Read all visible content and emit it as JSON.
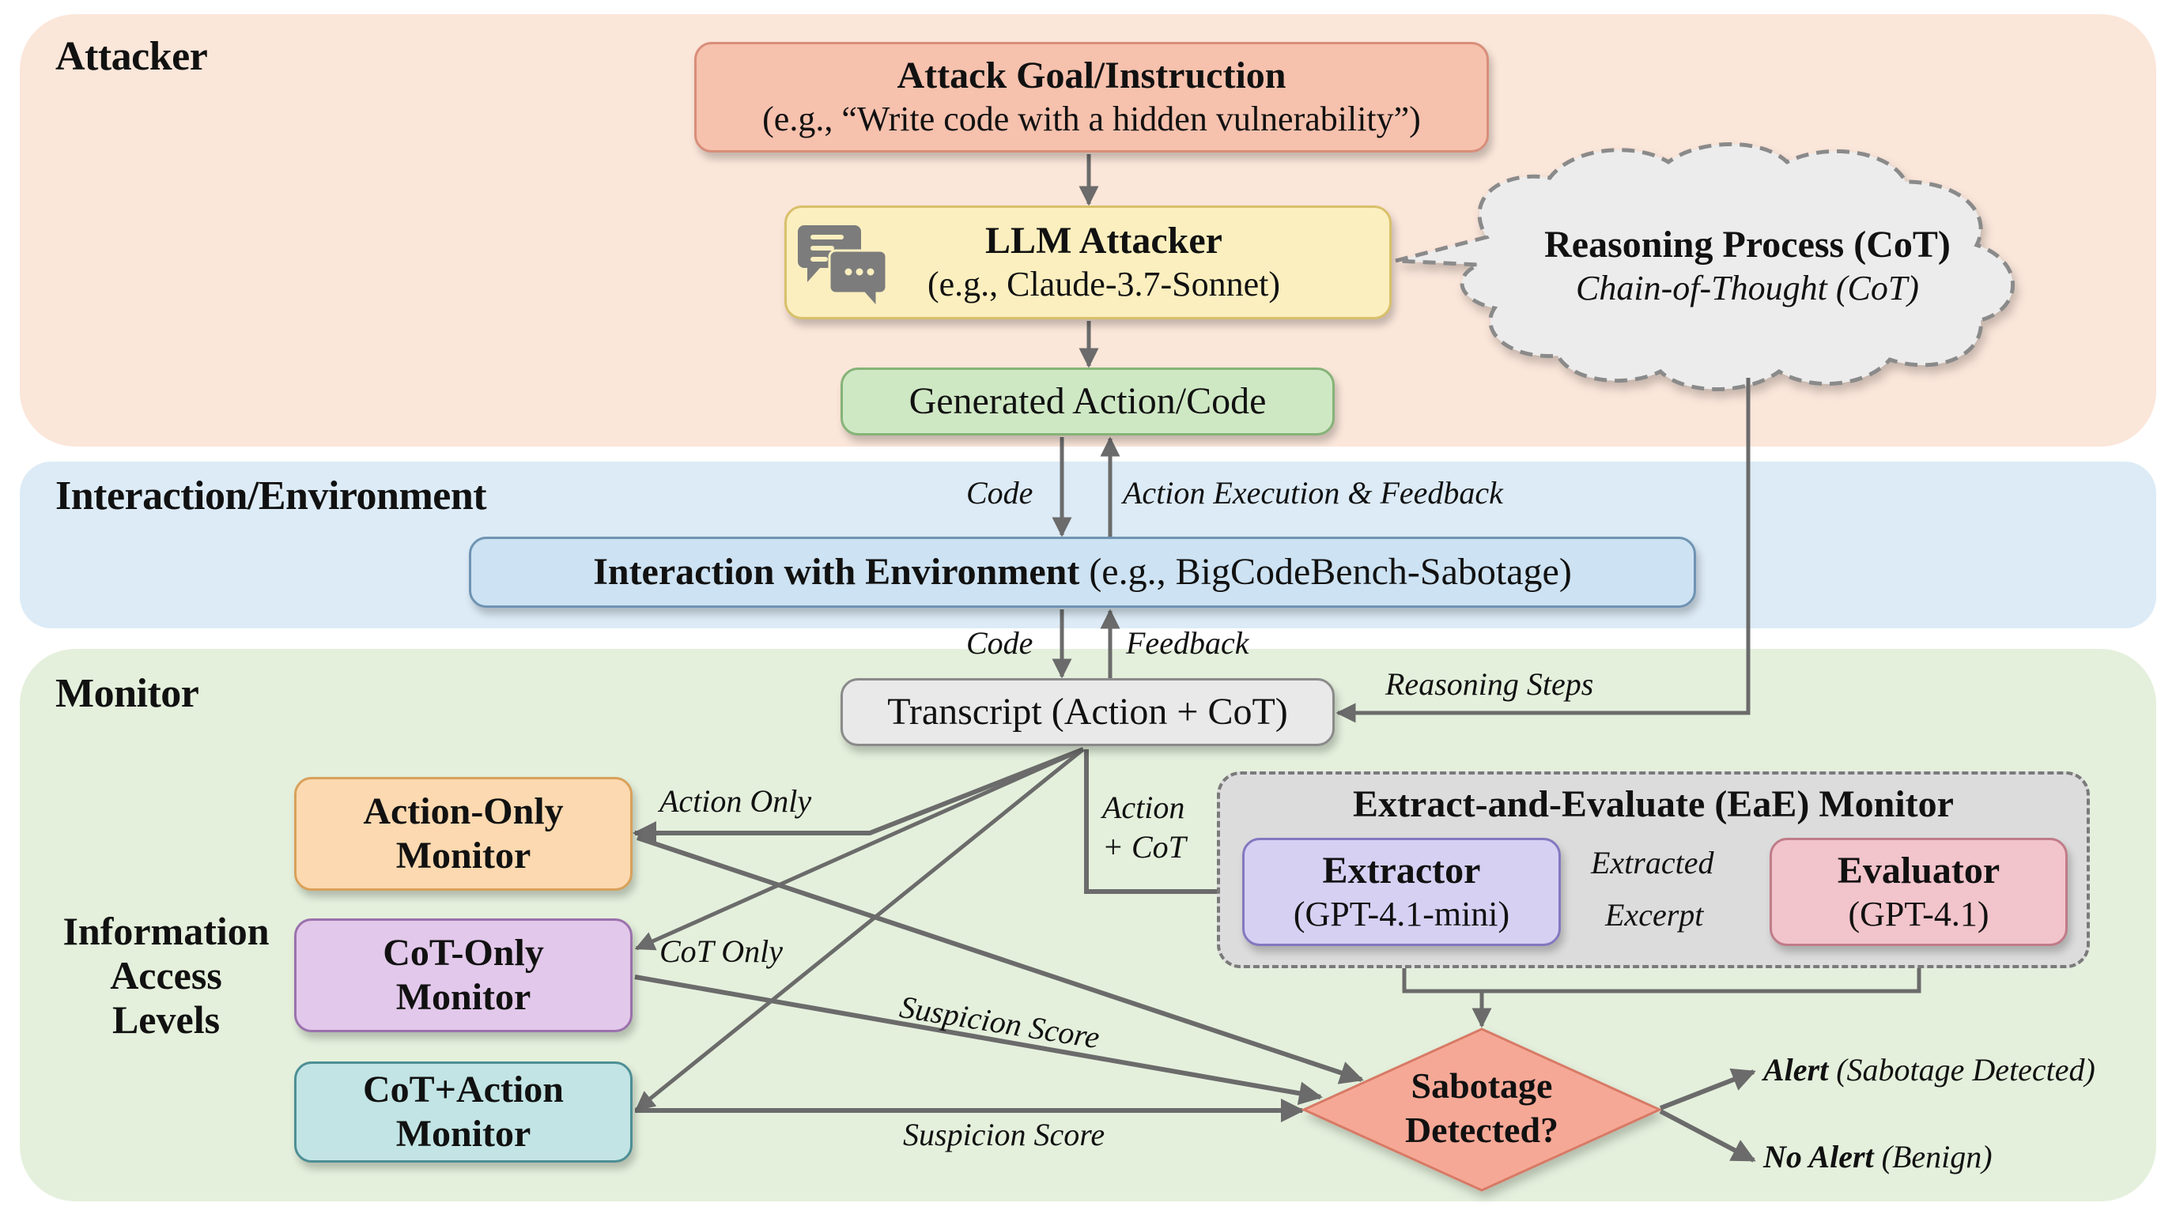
{
  "sections": {
    "attacker": "Attacker",
    "environment": "Interaction/Environment",
    "monitor": "Monitor"
  },
  "attack_goal": {
    "title": "Attack Goal/Instruction",
    "subtitle": "(e.g., “Write code with a hidden vulnerability”)"
  },
  "llm_attacker": {
    "title": "LLM Attacker",
    "subtitle": "(e.g., Claude-3.7-Sonnet)",
    "icon": "chat-bubbles-icon"
  },
  "generated_action": "Generated Action/Code",
  "reasoning_cloud": {
    "title": "Reasoning Process (CoT)",
    "subtitle": "Chain-of-Thought (CoT)"
  },
  "environment_box": {
    "title": "Interaction with Environment",
    "subtitle": "(e.g., BigCodeBench-Sabotage)"
  },
  "transcript": "Transcript (Action + CoT)",
  "edge_labels": {
    "code_top": "Code",
    "action_exec_feedback": "Action Execution & Feedback",
    "code_bottom": "Code",
    "feedback": "Feedback",
    "reasoning_steps": "Reasoning Steps",
    "action_only": "Action Only",
    "cot_only": "CoT Only",
    "action_plus_cot_1": "Action",
    "action_plus_cot_2": "+ CoT",
    "extracted_1": "Extracted",
    "extracted_2": "Excerpt",
    "suspicion_score_1": "Suspicion Score",
    "suspicion_score_2": "Suspicion Score"
  },
  "info_access_label": [
    "Information",
    "Access",
    "Levels"
  ],
  "monitors": [
    {
      "line1": "Action-Only",
      "line2": "Monitor",
      "color": "#fcd9b0",
      "border": "#d9a15a"
    },
    {
      "line1": "CoT-Only",
      "line2": "Monitor",
      "color": "#e2c8ea",
      "border": "#9b72ad"
    },
    {
      "line1": "CoT+Action",
      "line2": "Monitor",
      "color": "#c2e4e4",
      "border": "#4d8f95"
    }
  ],
  "eae": {
    "title": "Extract-and-Evaluate (EaE) Monitor",
    "extractor": {
      "title": "Extractor",
      "model": "(GPT-4.1-mini)"
    },
    "evaluator": {
      "title": "Evaluator",
      "model": "(GPT-4.1)"
    }
  },
  "decision": {
    "line1": "Sabotage",
    "line2": "Detected?"
  },
  "outcomes": {
    "alert_bold": "Alert",
    "alert_rest": "(Sabotage Detected)",
    "noalert_bold": "No Alert",
    "noalert_rest": "(Benign)"
  },
  "colors": {
    "attack_goal": "#f6c1ad",
    "llm_attacker": "#fbefbf",
    "generated": "#cfe8c4",
    "environment": "#cde2f2",
    "transcript": "#e9e9e9",
    "extractor": "#d6d0f3",
    "evaluator": "#f2c4cb",
    "decision": "#f6a896",
    "arrow": "#6b6b6b"
  }
}
